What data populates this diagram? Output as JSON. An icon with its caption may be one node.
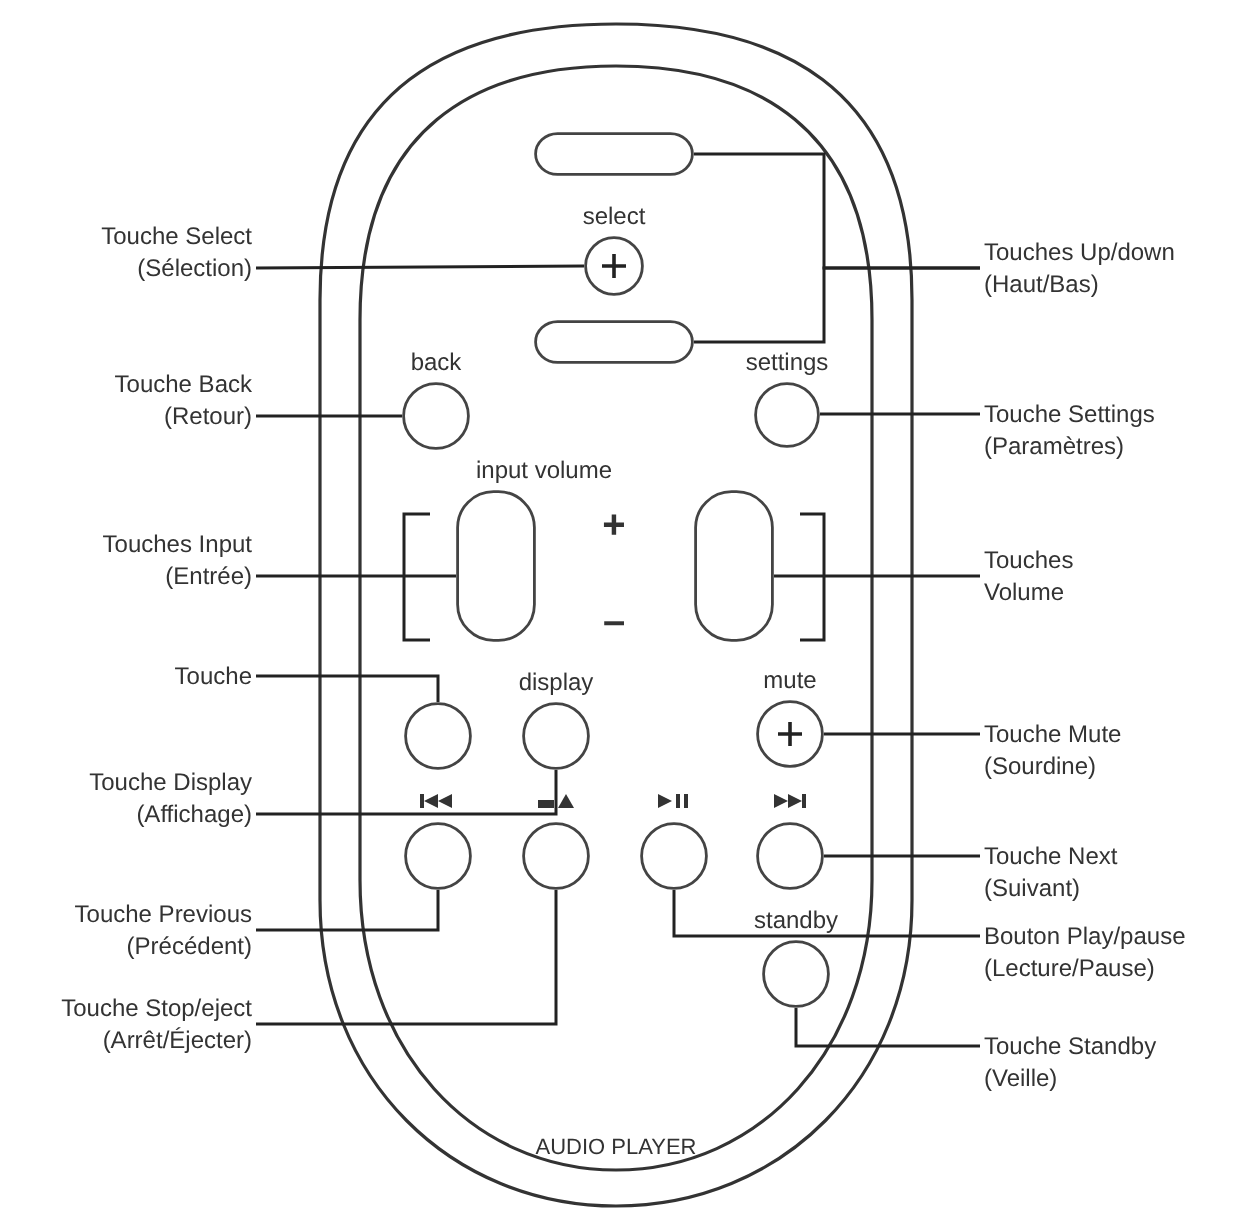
{
  "diagram": {
    "nodes": [
      {
        "text": [
          "Touche Select (Sélection)"
        ]
      },
      {
        "text": [
          "select"
        ]
      },
      {
        "text": [],
        "shape": "oval"
      },
      {
        "text": [],
        "shape": "oval"
      },
      {
        "text": [
          "Touches Up/down (Haut/Bas)"
        ]
      },
      {
        "text": [
          "Touche Back (Retour)"
        ]
      },
      {
        "text": [
          "back"
        ]
      },
      {
        "text": [
          "settings"
        ]
      },
      {
        "text": [
          "Touche Settings (Paramètres)"
        ]
      },
      {
        "text": [
          "Touches Input (Entrée)"
        ]
      },
      {
        "text": [],
        "shape": "oval"
      },
      {
        "text": [],
        "shape": "oval"
      },
      {
        "text": [
          "Touches Volume"
        ]
      },
      {
        "text": [
          "Touche"
        ]
      },
      {
        "text": [],
        "shape": "circle"
      },
      {
        "text": [
          "display"
        ]
      },
      {
        "text": [
          "mute"
        ]
      },
      {
        "text": [
          "Touche Mute (Sourdine)"
        ]
      },
      {
        "text": [
          "Touche Display (Affichage)"
        ]
      },
      {
        "text": [],
        "shape": "circle"
      },
      {
        "text": [],
        "shape": "circle"
      },
      {
        "text": [],
        "shape": "circle"
      },
      {
        "text": [],
        "shape": "circle"
      },
      {
        "text": [
          "Touche Next (Suivant)"
        ]
      },
      {
        "text": [
          "Touche Previous (Précédent)"
        ]
      },
      {
        "text": [
          "Bouton Play/pause (Lecture/Pause)"
        ]
      },
      {
        "text": [
          "standby"
        ]
      },
      {
        "text": [
          "Touche Stop/eject (Arrêt/Éjecter)"
        ]
      },
      {
        "text": [
          "Touche Standby (Veille)"
        ]
      }
    ],
    "edges": [
      {
        "from": 0,
        "to": 1,
        "arrow": "none"
      },
      {
        "from": 4,
        "to": 2,
        "arrow": "none"
      },
      {
        "from": 4,
        "to": 3,
        "arrow": "none"
      },
      {
        "from": 5,
        "to": 6,
        "arrow": "none"
      },
      {
        "from": 8,
        "to": 7,
        "arrow": "none"
      },
      {
        "from": 9,
        "to": 10,
        "arrow": "none"
      },
      {
        "from": 12,
        "to": 11,
        "arrow": "none"
      },
      {
        "from": 13,
        "to": 14,
        "arrow": "none"
      },
      {
        "from": 18,
        "to": 15,
        "arrow": "none"
      },
      {
        "from": 17,
        "to": 16,
        "arrow": "none"
      },
      {
        "from": 23,
        "to": 22,
        "arrow": "none"
      },
      {
        "from": 24,
        "to": 19,
        "arrow": "none"
      },
      {
        "from": 25,
        "to": 21,
        "arrow": "none"
      },
      {
        "from": 27,
        "to": 20,
        "arrow": "none"
      },
      {
        "from": 28,
        "to": 26,
        "arrow": "none"
      }
    ],
    "labels": [
      "input volume",
      "+",
      "–",
      "AUDIO PLAYER"
    ]
  }
}
